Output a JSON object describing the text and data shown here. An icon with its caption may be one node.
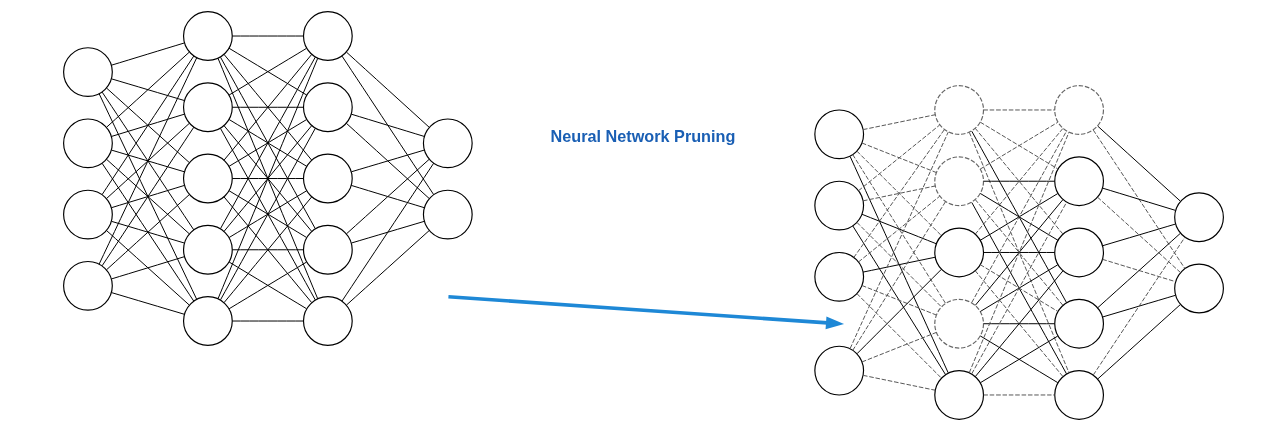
{
  "diagram": {
    "nodes": [
      {
        "text": [],
        "shape": "circle"
      },
      {
        "text": [],
        "shape": "circle"
      },
      {
        "text": [],
        "shape": "circle"
      },
      {
        "text": [],
        "shape": "circle"
      },
      {
        "text": [],
        "shape": "circle"
      },
      {
        "text": [],
        "shape": "circle"
      },
      {
        "text": [],
        "shape": "circle"
      },
      {
        "text": [],
        "shape": "circle"
      },
      {
        "text": [],
        "shape": "circle"
      },
      {
        "text": [],
        "shape": "circle"
      },
      {
        "text": [],
        "shape": "circle"
      },
      {
        "text": [],
        "shape": "circle"
      },
      {
        "text": [],
        "shape": "circle"
      },
      {
        "text": [],
        "shape": "circle"
      },
      {
        "text": [],
        "shape": "circle"
      },
      {
        "text": [],
        "shape": "circle"
      },
      {
        "text": [],
        "shape": "circle"
      },
      {
        "text": [],
        "shape": "circle"
      },
      {
        "text": [],
        "shape": "circle"
      },
      {
        "text": [],
        "shape": "circle"
      },
      {
        "text": [],
        "shape": "circle"
      },
      {
        "text": [],
        "shape": "circle"
      },
      {
        "text": [],
        "shape": "circle"
      },
      {
        "text": [],
        "shape": "circle"
      },
      {
        "text": [],
        "shape": "circle"
      },
      {
        "text": [],
        "shape": "circle"
      },
      {
        "text": [],
        "shape": "circle"
      },
      {
        "text": [],
        "shape": "circle"
      },
      {
        "text": [],
        "shape": "circle"
      },
      {
        "text": [],
        "shape": "circle"
      },
      {
        "text": [],
        "shape": "circle"
      },
      {
        "text": [],
        "shape": "circle"
      }
    ],
    "edges": [
      {
        "from": 0,
        "to": 4,
        "arrow": "none"
      },
      {
        "from": 0,
        "to": 5,
        "arrow": "none"
      },
      {
        "from": 0,
        "to": 6,
        "arrow": "none"
      },
      {
        "from": 0,
        "to": 7,
        "arrow": "none"
      },
      {
        "from": 0,
        "to": 8,
        "arrow": "none"
      },
      {
        "from": 1,
        "to": 4,
        "arrow": "none"
      },
      {
        "from": 1,
        "to": 5,
        "arrow": "none"
      },
      {
        "from": 1,
        "to": 6,
        "arrow": "none"
      },
      {
        "from": 1,
        "to": 7,
        "arrow": "none"
      },
      {
        "from": 1,
        "to": 8,
        "arrow": "none"
      },
      {
        "from": 2,
        "to": 4,
        "arrow": "none"
      },
      {
        "from": 2,
        "to": 5,
        "arrow": "none"
      },
      {
        "from": 2,
        "to": 6,
        "arrow": "none"
      },
      {
        "from": 2,
        "to": 7,
        "arrow": "none"
      },
      {
        "from": 2,
        "to": 8,
        "arrow": "none"
      },
      {
        "from": 3,
        "to": 4,
        "arrow": "none"
      },
      {
        "from": 3,
        "to": 5,
        "arrow": "none"
      },
      {
        "from": 3,
        "to": 6,
        "arrow": "none"
      },
      {
        "from": 3,
        "to": 7,
        "arrow": "none"
      },
      {
        "from": 3,
        "to": 8,
        "arrow": "none"
      },
      {
        "from": 4,
        "to": 9,
        "arrow": "none"
      },
      {
        "from": 4,
        "to": 10,
        "arrow": "none"
      },
      {
        "from": 4,
        "to": 11,
        "arrow": "none"
      },
      {
        "from": 4,
        "to": 12,
        "arrow": "none"
      },
      {
        "from": 4,
        "to": 13,
        "arrow": "none"
      },
      {
        "from": 5,
        "to": 9,
        "arrow": "none"
      },
      {
        "from": 5,
        "to": 10,
        "arrow": "none"
      },
      {
        "from": 5,
        "to": 11,
        "arrow": "none"
      },
      {
        "from": 5,
        "to": 12,
        "arrow": "none"
      },
      {
        "from": 5,
        "to": 13,
        "arrow": "none"
      },
      {
        "from": 6,
        "to": 9,
        "arrow": "none"
      },
      {
        "from": 6,
        "to": 10,
        "arrow": "none"
      },
      {
        "from": 6,
        "to": 11,
        "arrow": "none"
      },
      {
        "from": 6,
        "to": 12,
        "arrow": "none"
      },
      {
        "from": 6,
        "to": 13,
        "arrow": "none"
      },
      {
        "from": 7,
        "to": 9,
        "arrow": "none"
      },
      {
        "from": 7,
        "to": 10,
        "arrow": "none"
      },
      {
        "from": 7,
        "to": 11,
        "arrow": "none"
      },
      {
        "from": 7,
        "to": 12,
        "arrow": "none"
      },
      {
        "from": 7,
        "to": 13,
        "arrow": "none"
      },
      {
        "from": 8,
        "to": 9,
        "arrow": "none"
      },
      {
        "from": 8,
        "to": 10,
        "arrow": "none"
      },
      {
        "from": 8,
        "to": 11,
        "arrow": "none"
      },
      {
        "from": 8,
        "to": 12,
        "arrow": "none"
      },
      {
        "from": 8,
        "to": 13,
        "arrow": "none"
      },
      {
        "from": 9,
        "to": 14,
        "arrow": "none"
      },
      {
        "from": 9,
        "to": 15,
        "arrow": "none"
      },
      {
        "from": 10,
        "to": 14,
        "arrow": "none"
      },
      {
        "from": 10,
        "to": 15,
        "arrow": "none"
      },
      {
        "from": 11,
        "to": 14,
        "arrow": "none"
      },
      {
        "from": 11,
        "to": 15,
        "arrow": "none"
      },
      {
        "from": 12,
        "to": 14,
        "arrow": "none"
      },
      {
        "from": 12,
        "to": 15,
        "arrow": "none"
      },
      {
        "from": 13,
        "to": 14,
        "arrow": "none"
      },
      {
        "from": 13,
        "to": 15,
        "arrow": "none"
      },
      {
        "from": 16,
        "to": 20,
        "arrow": "none",
        "style": "dashed"
      },
      {
        "from": 16,
        "to": 21,
        "arrow": "none",
        "style": "dashed"
      },
      {
        "from": 16,
        "to": 22,
        "arrow": "none",
        "style": "dashed"
      },
      {
        "from": 16,
        "to": 23,
        "arrow": "none",
        "style": "dashed"
      },
      {
        "from": 16,
        "to": 24,
        "arrow": "none"
      },
      {
        "from": 17,
        "to": 20,
        "arrow": "none",
        "style": "dashed"
      },
      {
        "from": 17,
        "to": 21,
        "arrow": "none",
        "style": "dashed"
      },
      {
        "from": 17,
        "to": 22,
        "arrow": "none"
      },
      {
        "from": 17,
        "to": 23,
        "arrow": "none",
        "style": "dashed"
      },
      {
        "from": 17,
        "to": 24,
        "arrow": "none"
      },
      {
        "from": 18,
        "to": 20,
        "arrow": "none",
        "style": "dashed"
      },
      {
        "from": 18,
        "to": 21,
        "arrow": "none",
        "style": "dashed"
      },
      {
        "from": 18,
        "to": 22,
        "arrow": "none"
      },
      {
        "from": 18,
        "to": 23,
        "arrow": "none",
        "style": "dashed"
      },
      {
        "from": 18,
        "to": 24,
        "arrow": "none",
        "style": "dashed"
      },
      {
        "from": 19,
        "to": 20,
        "arrow": "none",
        "style": "dashed"
      },
      {
        "from": 19,
        "to": 21,
        "arrow": "none",
        "style": "dashed"
      },
      {
        "from": 19,
        "to": 22,
        "arrow": "none"
      },
      {
        "from": 19,
        "to": 23,
        "arrow": "none",
        "style": "dashed"
      },
      {
        "from": 19,
        "to": 24,
        "arrow": "none",
        "style": "dashed"
      },
      {
        "from": 20,
        "to": 25,
        "arrow": "none",
        "style": "dashed"
      },
      {
        "from": 20,
        "to": 26,
        "arrow": "none",
        "style": "dashed"
      },
      {
        "from": 20,
        "to": 27,
        "arrow": "none",
        "style": "dashed"
      },
      {
        "from": 20,
        "to": 28,
        "arrow": "none"
      },
      {
        "from": 20,
        "to": 29,
        "arrow": "none",
        "style": "dashed"
      },
      {
        "from": 21,
        "to": 25,
        "arrow": "none",
        "style": "dashed"
      },
      {
        "from": 21,
        "to": 26,
        "arrow": "none"
      },
      {
        "from": 21,
        "to": 27,
        "arrow": "none"
      },
      {
        "from": 21,
        "to": 28,
        "arrow": "none",
        "style": "dashed"
      },
      {
        "from": 21,
        "to": 29,
        "arrow": "none"
      },
      {
        "from": 22,
        "to": 25,
        "arrow": "none",
        "style": "dashed"
      },
      {
        "from": 22,
        "to": 26,
        "arrow": "none"
      },
      {
        "from": 22,
        "to": 27,
        "arrow": "none"
      },
      {
        "from": 22,
        "to": 28,
        "arrow": "none",
        "style": "dashed"
      },
      {
        "from": 22,
        "to": 29,
        "arrow": "none",
        "style": "dashed"
      },
      {
        "from": 23,
        "to": 25,
        "arrow": "none",
        "style": "dashed"
      },
      {
        "from": 23,
        "to": 26,
        "arrow": "none"
      },
      {
        "from": 23,
        "to": 27,
        "arrow": "none"
      },
      {
        "from": 23,
        "to": 28,
        "arrow": "none"
      },
      {
        "from": 23,
        "to": 29,
        "arrow": "none"
      },
      {
        "from": 24,
        "to": 25,
        "arrow": "none",
        "style": "dashed"
      },
      {
        "from": 24,
        "to": 26,
        "arrow": "none",
        "style": "dashed"
      },
      {
        "from": 24,
        "to": 27,
        "arrow": "none"
      },
      {
        "from": 24,
        "to": 28,
        "arrow": "none"
      },
      {
        "from": 24,
        "to": 29,
        "arrow": "none",
        "style": "dashed"
      },
      {
        "from": 25,
        "to": 30,
        "arrow": "none"
      },
      {
        "from": 25,
        "to": 31,
        "arrow": "none",
        "style": "dashed"
      },
      {
        "from": 26,
        "to": 30,
        "arrow": "none"
      },
      {
        "from": 26,
        "to": 31,
        "arrow": "none",
        "style": "dashed"
      },
      {
        "from": 27,
        "to": 30,
        "arrow": "none"
      },
      {
        "from": 27,
        "to": 31,
        "arrow": "none",
        "style": "dashed"
      },
      {
        "from": 28,
        "to": 30,
        "arrow": "none"
      },
      {
        "from": 28,
        "to": 31,
        "arrow": "none"
      },
      {
        "from": 29,
        "to": 30,
        "arrow": "none",
        "style": "dashed"
      },
      {
        "from": 29,
        "to": 31,
        "arrow": "none"
      }
    ],
    "labels": [
      "Neural Network Pruning"
    ]
  }
}
